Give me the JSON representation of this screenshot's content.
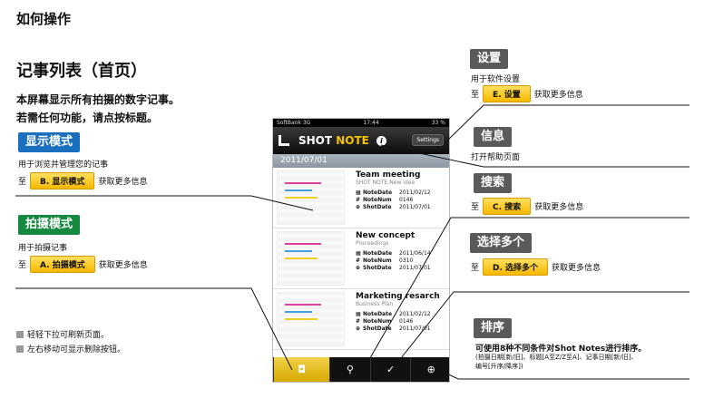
{
  "heading": "如何操作",
  "section_title": "记事列表（首页）",
  "intro": [
    "本屏幕显示所有拍摄的数字记事。",
    "若需任何功能，请点按标题。"
  ],
  "display_mode": {
    "badge": "显示模式",
    "desc": "用于浏览并管理您的记事",
    "pre": "至",
    "button": "B. 显示模式",
    "post": "获取更多信息"
  },
  "shoot_mode": {
    "badge": "拍摄模式",
    "desc": "用于拍摄记事",
    "pre": "至",
    "button": "A. 拍摄模式",
    "post": "获取更多信息"
  },
  "tips": [
    "轻轻下拉可刷新页面。",
    "左右移动可显示删除按钮。"
  ],
  "settings": {
    "badge": "设置",
    "desc": "用于软件设置",
    "pre": "至",
    "button": "E. 设置",
    "post": "获取更多信息"
  },
  "info": {
    "badge": "信息",
    "desc": "打开帮助页面"
  },
  "search": {
    "badge": "搜索",
    "pre": "至",
    "button": "C. 搜索",
    "post": "获取更多信息"
  },
  "select": {
    "badge": "选择多个",
    "pre": "至",
    "button": "D. 选择多个",
    "post": "获取更多信息"
  },
  "sort": {
    "badge": "排序",
    "desc": "可使用8种不同条件对Shot Notes进行排序。",
    "detail1": "(拍摄日期[新/旧]、标题[A至Z/Z至A]、记事日期[新/旧]、",
    "detail2": "编号[升序/降序])"
  },
  "phone": {
    "carrier": "SoftBank",
    "network": "3G",
    "time": "17:44",
    "battery": "33 %",
    "app_title_a": "SHOT ",
    "app_title_b": "NOTE",
    "settings_button": "Settings",
    "date": "2011/07/01",
    "labels": {
      "note_date": "NoteDate",
      "note_num": "NoteNum",
      "shot_date": "ShotDate"
    },
    "notes": [
      {
        "title": "Team meeting",
        "subtitle": "SHOT NOTE,New idea",
        "note_date": "2011/02/12",
        "note_num": "0146",
        "shot_date": "2011/07/01"
      },
      {
        "title": "New  concept",
        "subtitle": "Proceedings",
        "note_date": "2011/06/14",
        "note_num": "0310",
        "shot_date": "2011/07/01"
      },
      {
        "title": "Marketing resarch",
        "subtitle": "Business Plan",
        "note_date": "2011/02/12",
        "note_num": "0146",
        "shot_date": "2011/07/01"
      }
    ]
  }
}
